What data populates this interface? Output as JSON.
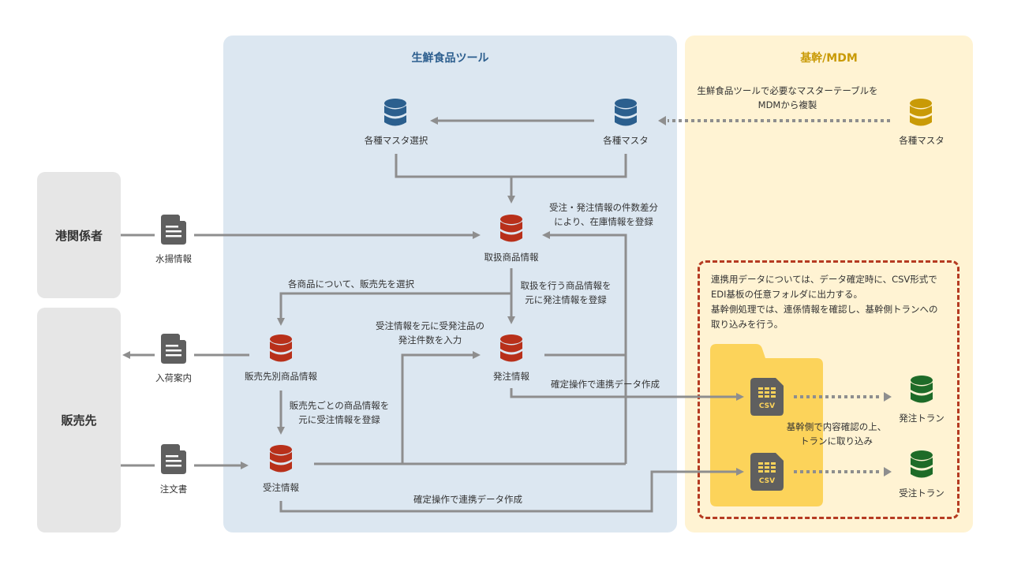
{
  "panels": {
    "tool_title": "生鮮食品ツール",
    "mdm_title": "基幹/MDM"
  },
  "actors": {
    "port": "港関係者",
    "customer": "販売先"
  },
  "documents": {
    "landing_info": "水揚情報",
    "arrival_notice": "入荷案内",
    "order_form": "注文書"
  },
  "databases": {
    "master_select": "各種マスタ選択",
    "master_tool": "各種マスタ",
    "master_mdm": "各種マスタ",
    "handled_products": "取扱商品情報",
    "customer_products": "販売先別商品情報",
    "purchase_orders": "発注情報",
    "sales_orders": "受注情報",
    "purchase_tran": "発注トラン",
    "sales_tran": "受注トラン"
  },
  "notes": {
    "mdm_copy_line1": "生鮮食品ツールで必要なマスターテーブルを",
    "mdm_copy_line2": "MDMから複製",
    "inventory_line1": "受注・発注情報の件数差分",
    "inventory_line2": "により、在庫情報を登録",
    "select_customer": "各商品について、販売先を選択",
    "register_po_line1": "取扱を行う商品情報を",
    "register_po_line2": "元に発注情報を登録",
    "enter_qty_line1": "受注情報を元に受発注品の",
    "enter_qty_line2": "発注件数を入力",
    "register_so_line1": "販売先ごとの商品情報を",
    "register_so_line2": "元に受注情報を登録",
    "confirm_po": "確定操作で連携データ作成",
    "confirm_so": "確定操作で連携データ作成",
    "import_line1": "基幹側で内容確認の上、",
    "import_line2": "トランに取り込み"
  },
  "edi_box": {
    "line1": "連携用データについては、データ確定時に、CSV形式で",
    "line2": "EDI基板の任意フォルダに出力する。",
    "line3": "基幹側処理では、連係情報を確認し、基幹側トランへの",
    "line4": "取り込みを行う。"
  },
  "csv": {
    "label_po": "CSV",
    "label_so": "CSV"
  },
  "colors": {
    "tool_db": "#2b5f8e",
    "mdm_db": "#c99a06",
    "red_db": "#b8301a",
    "green_db": "#1e6b28",
    "arrow": "#8e8e8e",
    "doc": "#5f5f5f",
    "folder": "#fcd35a",
    "edi_border": "#b53b22"
  }
}
